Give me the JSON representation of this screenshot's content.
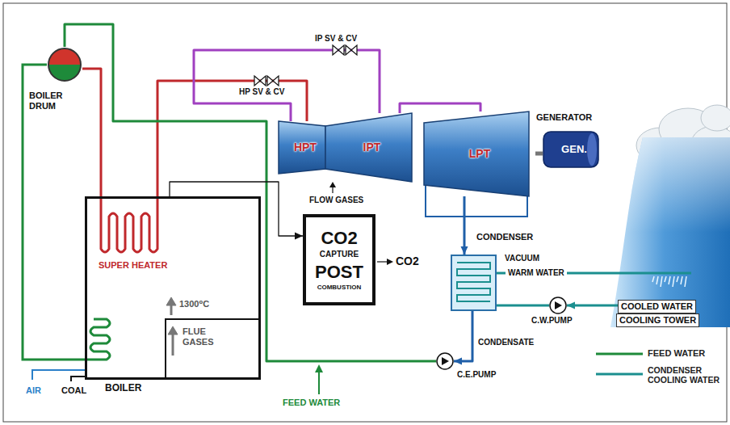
{
  "diagram": {
    "nodes": [
      {
        "text": [
          "BOILER"
        ]
      },
      {
        "text": [
          "SUPER HEATER"
        ],
        "in": 0
      },
      {
        "text": [
          "BOILER DRUM"
        ]
      },
      {
        "text": [
          "HPT"
        ]
      },
      {
        "text": [
          "IPT"
        ]
      },
      {
        "text": [
          "LPT"
        ]
      },
      {
        "text": [
          "GEN.",
          "GENERATOR"
        ]
      },
      {
        "text": [
          "CO2",
          "CAPTURE",
          "POST",
          "COMBUSTION"
        ]
      },
      {
        "text": [
          "CONDENSER"
        ]
      },
      {
        "text": [
          "COOLING TOWER"
        ]
      },
      {
        "text": [
          "C.W.PUMP"
        ]
      },
      {
        "text": [
          "C.E.PUMP"
        ]
      }
    ],
    "edges": [
      {
        "from": 2,
        "to": 1,
        "arrow": "none"
      },
      {
        "from": 1,
        "to": 3,
        "arrow": "none"
      },
      {
        "from": 3,
        "to": 4,
        "arrow": "none"
      },
      {
        "from": 4,
        "to": 5,
        "arrow": "none"
      },
      {
        "from": 5,
        "to": 6,
        "arrow": "none"
      },
      {
        "from": 5,
        "to": 8,
        "arrow": "to"
      },
      {
        "from": 8,
        "to": 11,
        "arrow": "to"
      },
      {
        "from": 11,
        "to": 2,
        "arrow": "none"
      },
      {
        "from": 0,
        "to": 7,
        "arrow": "to"
      },
      {
        "from": 8,
        "to": 9,
        "arrow": "none"
      },
      {
        "from": 9,
        "to": 10,
        "arrow": "to"
      },
      {
        "from": 10,
        "to": 8,
        "arrow": "none"
      }
    ],
    "labels": [
      "HP SV & CV",
      "IP SV & CV",
      "FLOW GASES",
      "CO2",
      "1300⁰C",
      "FLUE GASES",
      "AIR",
      "COAL",
      "VACUUM",
      "WARM WATER",
      "COOLED WATER",
      "CONDENSATE",
      "FEED WATER"
    ],
    "legend": [
      {
        "text": "FEED WATER"
      },
      {
        "text": "CONDENSER COOLING WATER"
      }
    ]
  }
}
